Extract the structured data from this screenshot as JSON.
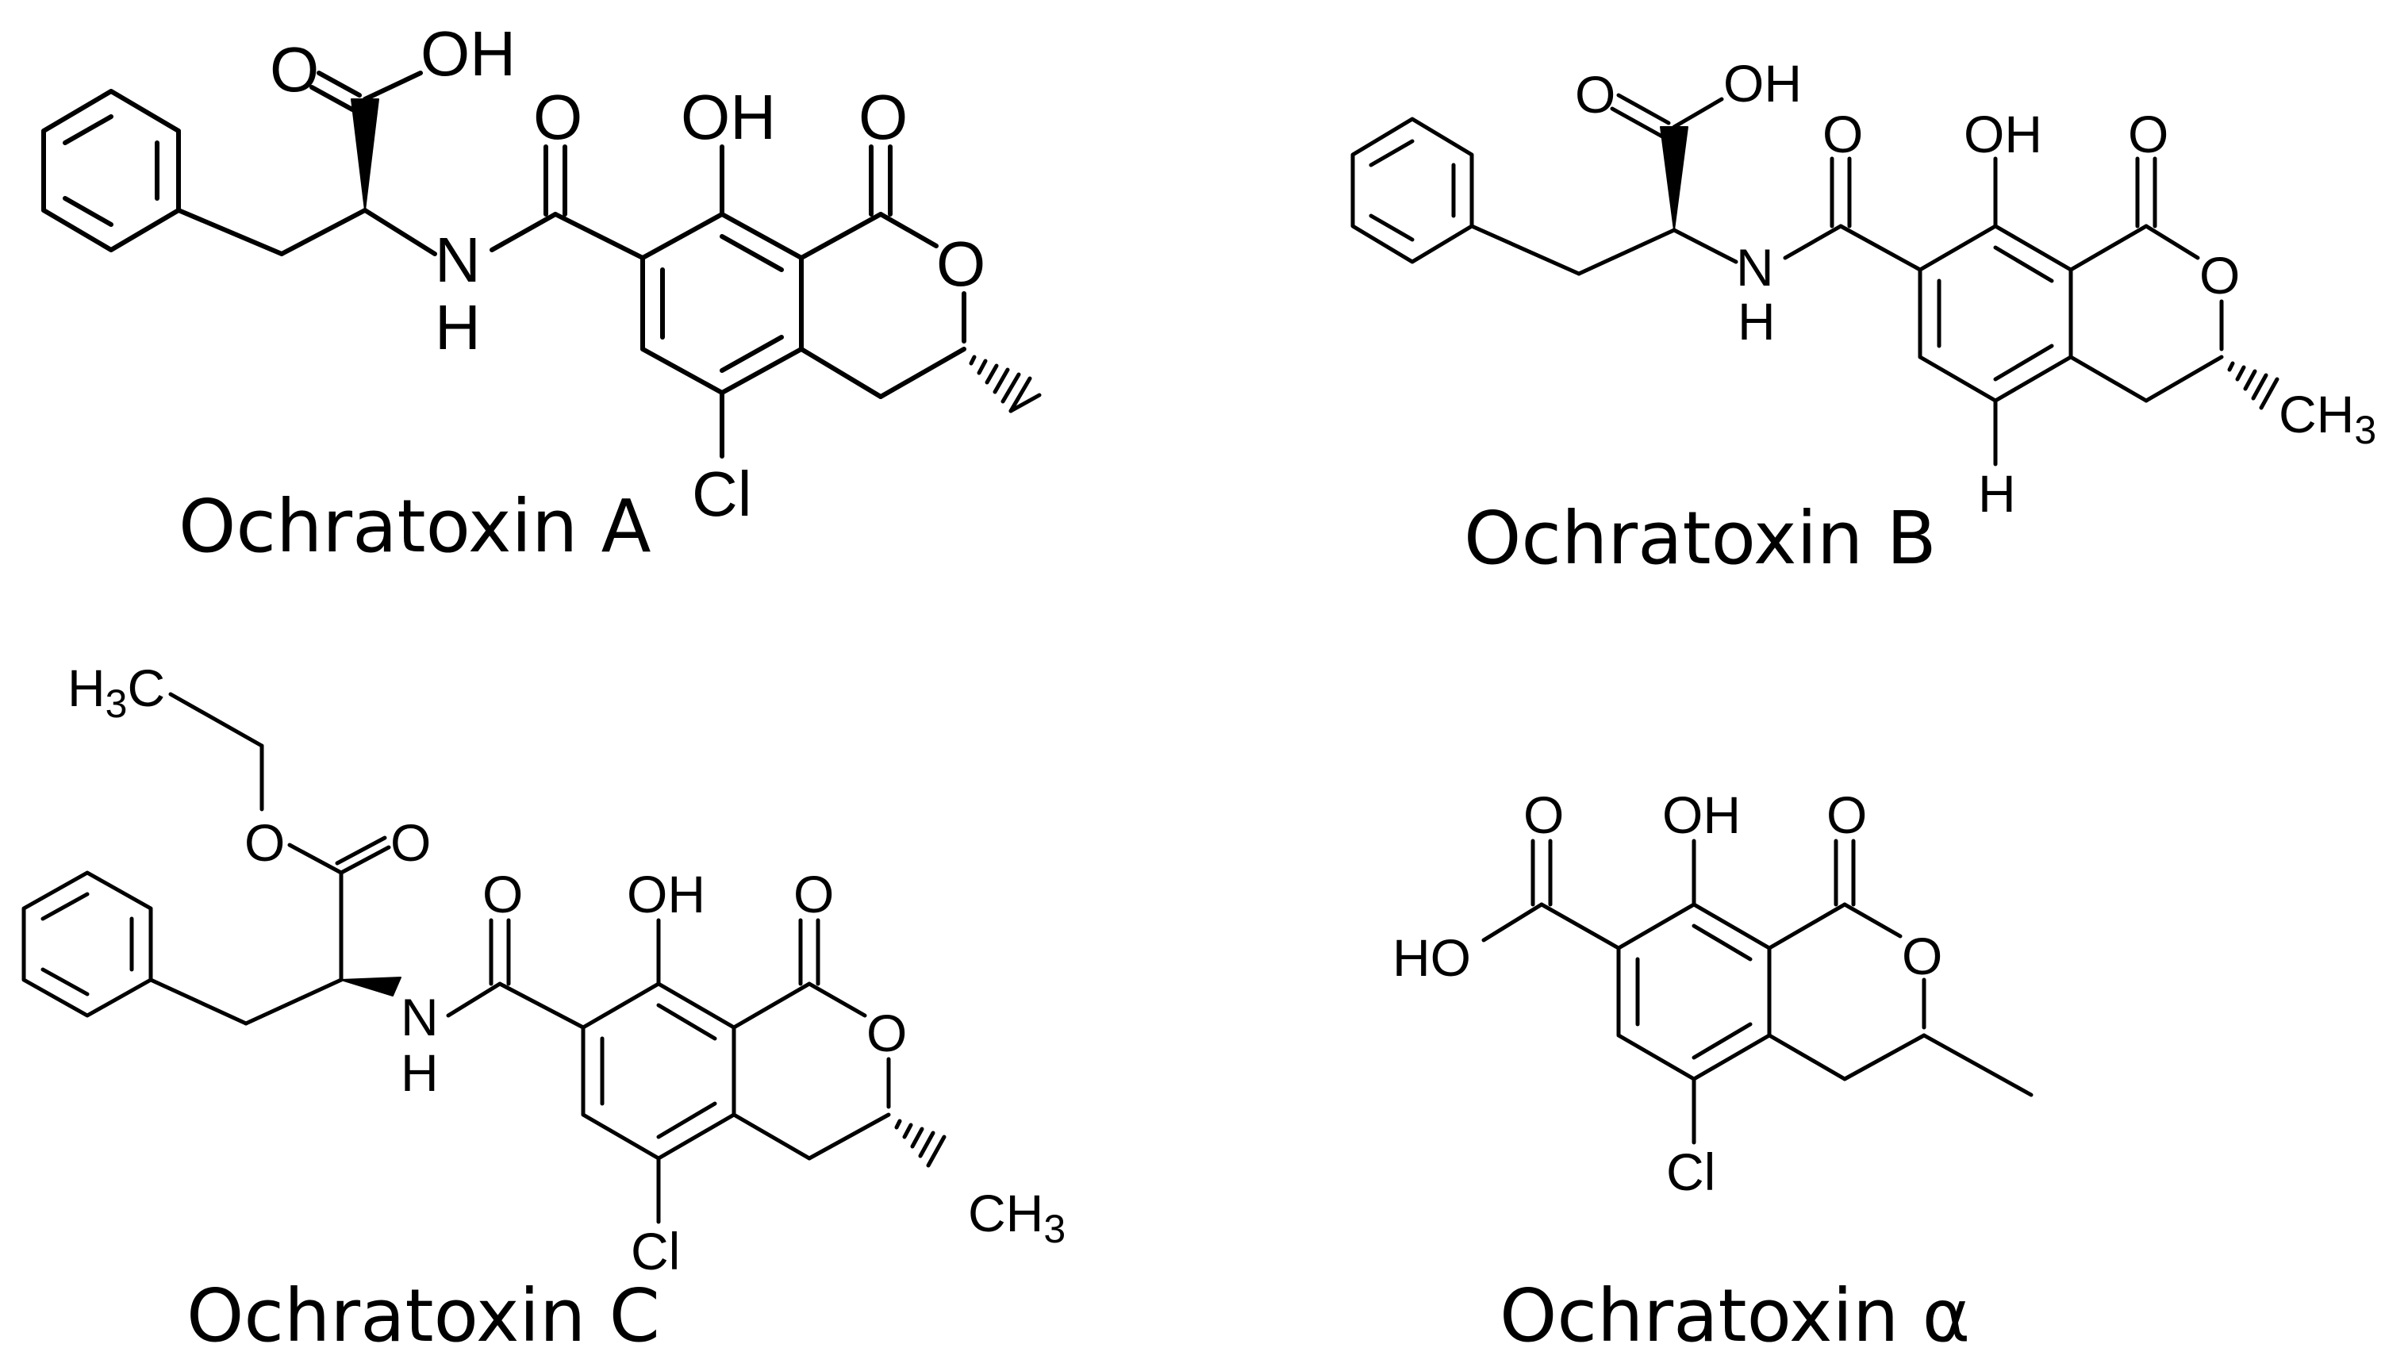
{
  "molecules": [
    {
      "caption": "Ochratoxin A",
      "atoms": {
        "oh_acid": "OH",
        "o_acid": "O",
        "n": "N",
        "h": "H",
        "o_amide": "O",
        "oh_phenol": "OH",
        "o_lactone_co": "O",
        "o_ring": "O",
        "cl": "Cl"
      }
    },
    {
      "caption": "Ochratoxin B",
      "atoms": {
        "oh_acid": "OH",
        "o_acid": "O",
        "n": "N",
        "h": "H",
        "o_amide": "O",
        "oh_phenol": "OH",
        "o_lactone_co": "O",
        "o_ring": "O",
        "h_ar": "H",
        "ch3": "CH",
        "ch3_sub": "3"
      }
    },
    {
      "caption": "Ochratoxin C",
      "atoms": {
        "h3c_h": "H",
        "h3c_sub": "3",
        "h3c_c": "C",
        "o_ester": "O",
        "o_ester_co": "O",
        "n": "N",
        "h": "H",
        "o_amide": "O",
        "oh_phenol": "OH",
        "o_lactone_co": "O",
        "o_ring": "O",
        "cl": "Cl",
        "ch3": "CH",
        "ch3_sub": "3"
      }
    },
    {
      "caption": "Ochratoxin α",
      "atoms": {
        "o_acid": "O",
        "ho_acid": "HO",
        "oh_phenol": "OH",
        "o_lactone_co": "O",
        "o_ring": "O",
        "cl": "Cl"
      }
    }
  ]
}
